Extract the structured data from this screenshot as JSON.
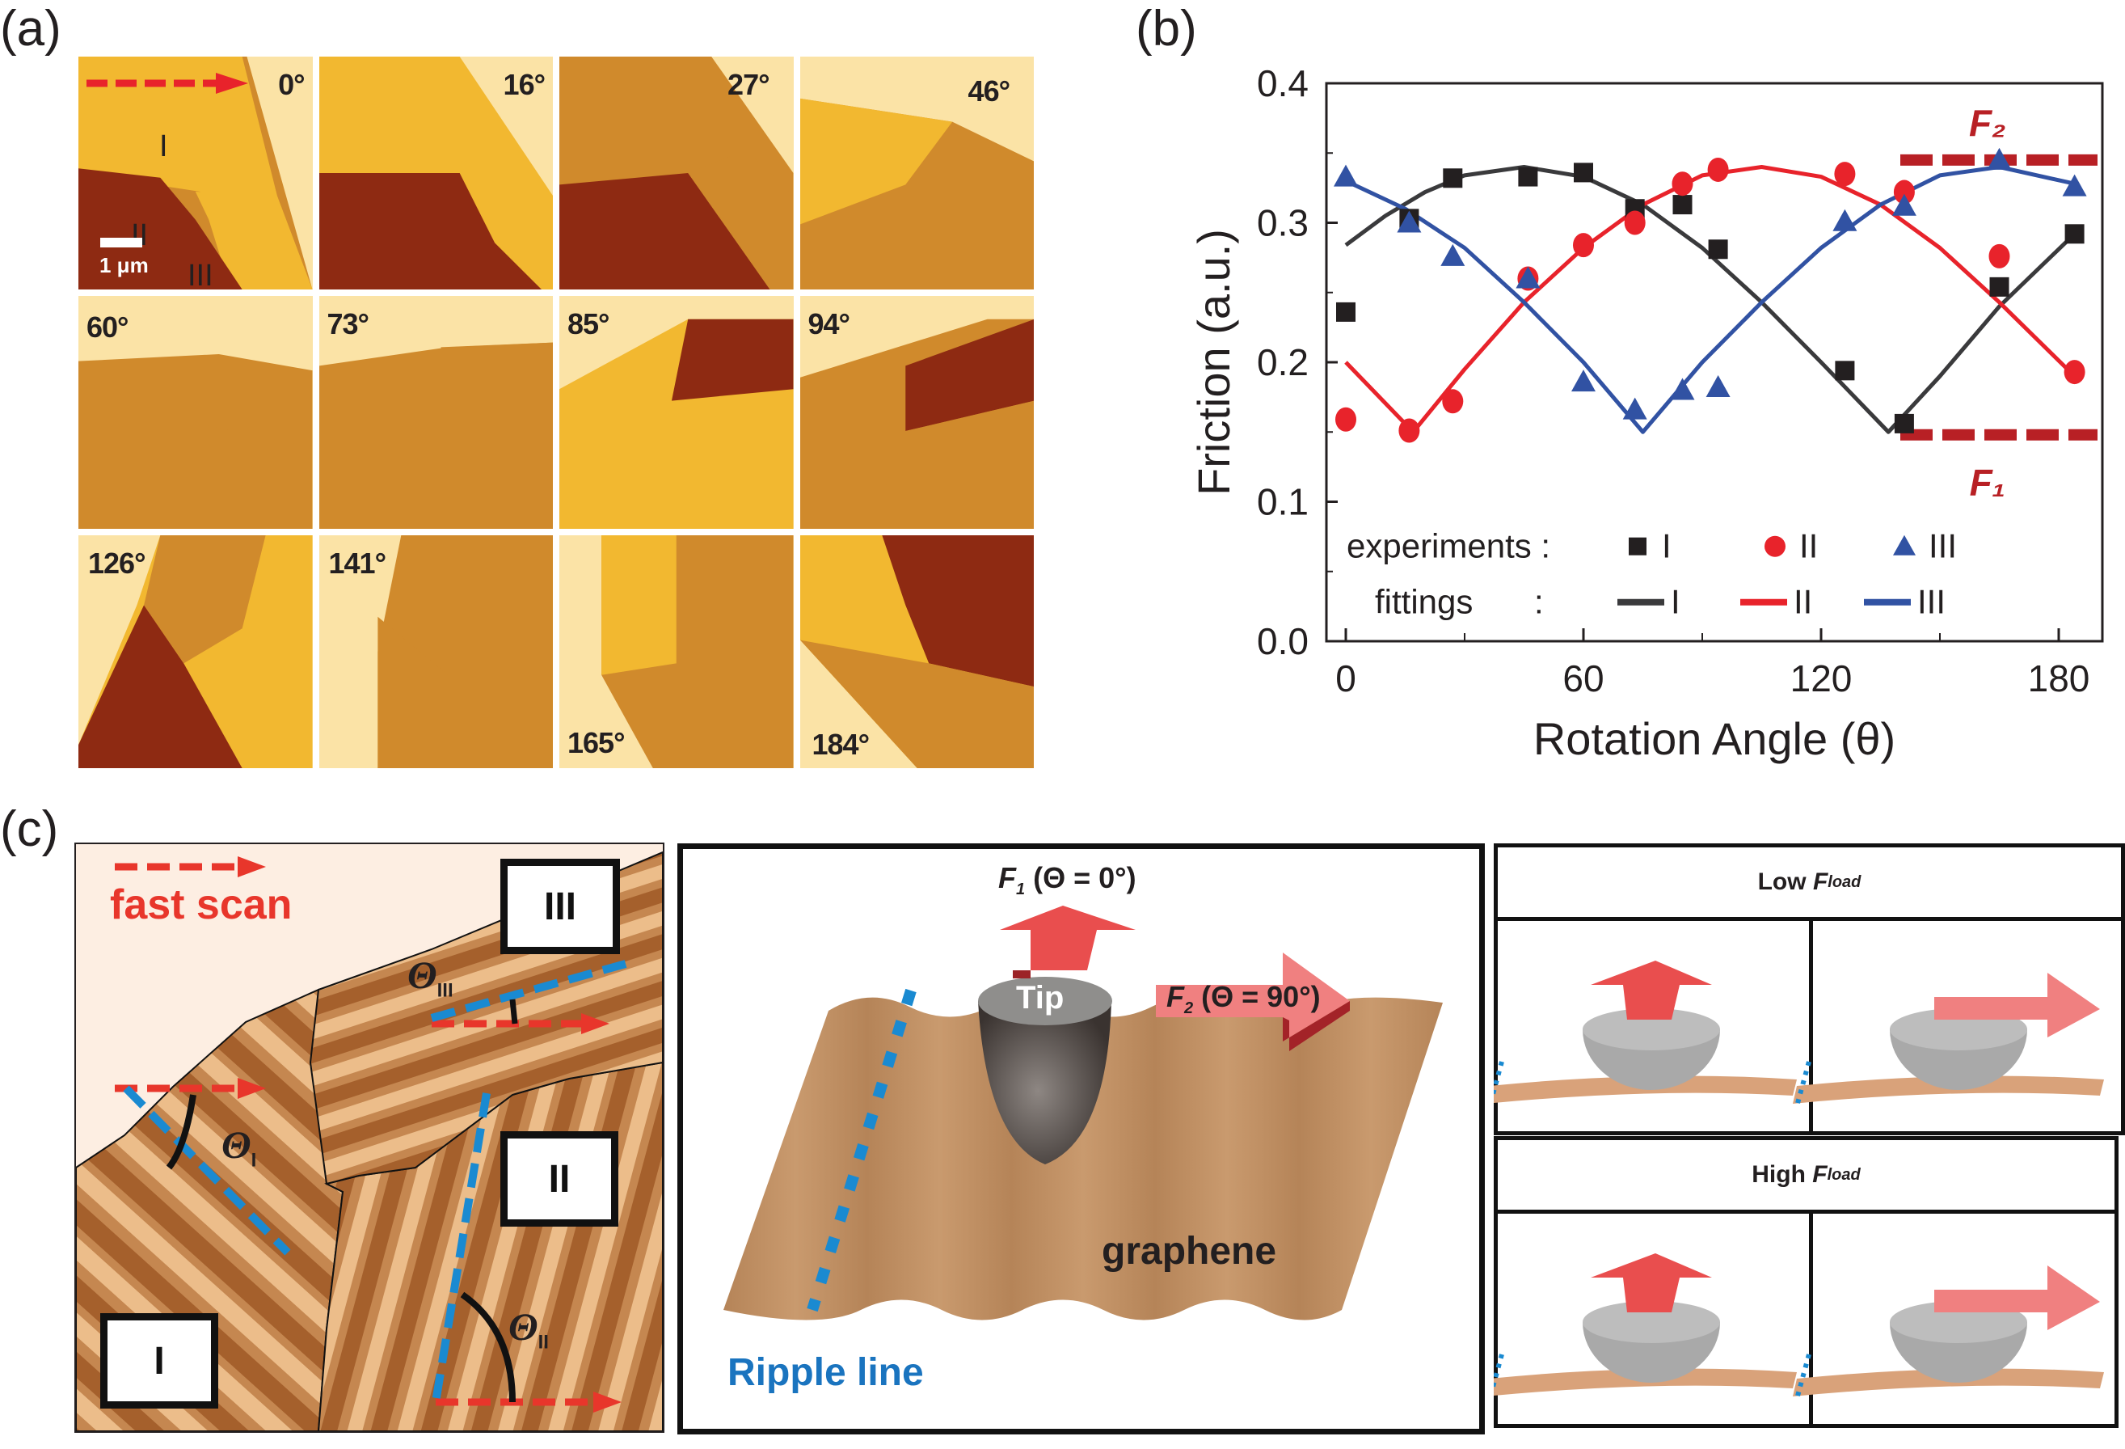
{
  "panel_labels": {
    "a": "(a)",
    "b": "(b)",
    "c": "(c)"
  },
  "panel_a": {
    "tiles": [
      {
        "angle": "0°"
      },
      {
        "angle": "16°"
      },
      {
        "angle": "27°"
      },
      {
        "angle": "46°"
      },
      {
        "angle": "60°"
      },
      {
        "angle": "73°"
      },
      {
        "angle": "85°"
      },
      {
        "angle": "94°"
      },
      {
        "angle": "126°"
      },
      {
        "angle": "141°"
      },
      {
        "angle": "165°"
      },
      {
        "angle": "184°"
      }
    ],
    "region_labels": [
      "I",
      "II",
      "III"
    ],
    "scale_bar": "1 μm",
    "colors": {
      "background": "#fbe3a6",
      "light": "#f2b830",
      "mid": "#d08a2c",
      "dark": "#8e2a12"
    }
  },
  "chart_data": {
    "type": "scatter",
    "title": "",
    "xlabel": "Rotation Angle (θ)",
    "ylabel": "Friction (a.u.)",
    "xlim": [
      -5,
      190
    ],
    "ylim": [
      0.0,
      0.4
    ],
    "xticks": [
      0,
      60,
      120,
      180
    ],
    "xtick_labels": [
      "0",
      "60",
      "120",
      "180"
    ],
    "yticks": [
      0.0,
      0.1,
      0.2,
      0.3,
      0.4
    ],
    "ytick_labels": [
      "0.0",
      "0.1",
      "0.2",
      "0.3",
      "0.4"
    ],
    "grid": false,
    "series": [
      {
        "name": "I",
        "kind": "experiment",
        "marker": "square",
        "color": "#231f20",
        "x": [
          0,
          16,
          27,
          46,
          60,
          73,
          85,
          94,
          126,
          141,
          165,
          184
        ],
        "y": [
          0.236,
          0.303,
          0.332,
          0.333,
          0.336,
          0.31,
          0.313,
          0.281,
          0.194,
          0.156,
          0.254,
          0.292
        ]
      },
      {
        "name": "II",
        "kind": "experiment",
        "marker": "circle",
        "color": "#e8232b",
        "x": [
          0,
          16,
          27,
          46,
          60,
          73,
          85,
          94,
          126,
          141,
          165,
          184
        ],
        "y": [
          0.159,
          0.151,
          0.172,
          0.26,
          0.284,
          0.3,
          0.328,
          0.338,
          0.335,
          0.322,
          0.276,
          0.193
        ]
      },
      {
        "name": "III",
        "kind": "experiment",
        "marker": "triangle",
        "color": "#3152a3",
        "x": [
          0,
          16,
          27,
          46,
          60,
          73,
          85,
          94,
          126,
          141,
          165,
          184
        ],
        "y": [
          0.333,
          0.3,
          0.276,
          0.26,
          0.186,
          0.166,
          0.18,
          0.182,
          0.301,
          0.312,
          0.345,
          0.326
        ]
      },
      {
        "name": "I",
        "kind": "fitting",
        "color": "#3a3a3c",
        "x": [
          0,
          10,
          20,
          30,
          45,
          60,
          75,
          90,
          105,
          120,
          137,
          150,
          165,
          184
        ],
        "y": [
          0.284,
          0.305,
          0.322,
          0.334,
          0.34,
          0.333,
          0.313,
          0.282,
          0.243,
          0.2,
          0.15,
          0.19,
          0.24,
          0.292
        ]
      },
      {
        "name": "II",
        "kind": "fitting",
        "color": "#e8232b",
        "x": [
          0,
          17,
          30,
          45,
          60,
          75,
          90,
          105,
          120,
          135,
          150,
          165,
          184
        ],
        "y": [
          0.2,
          0.15,
          0.195,
          0.243,
          0.282,
          0.313,
          0.334,
          0.34,
          0.333,
          0.313,
          0.282,
          0.243,
          0.19
        ]
      },
      {
        "name": "III",
        "kind": "fitting",
        "color": "#3152a3",
        "x": [
          0,
          15,
          30,
          45,
          60,
          75,
          90,
          105,
          120,
          135,
          150,
          165,
          184
        ],
        "y": [
          0.33,
          0.31,
          0.282,
          0.243,
          0.2,
          0.15,
          0.2,
          0.243,
          0.282,
          0.313,
          0.334,
          0.34,
          0.328
        ]
      }
    ],
    "reference_lines": [
      {
        "label": "F₂",
        "y": 0.345,
        "x_from": 140,
        "x_to": 186,
        "color": "#b82025",
        "style": "dashed"
      },
      {
        "label": "F₁",
        "y": 0.148,
        "x_from": 140,
        "x_to": 186,
        "color": "#b82025",
        "style": "dashed"
      }
    ],
    "legend": {
      "placement": "bottom-inside",
      "rows": [
        {
          "label": "experiments :",
          "entries": [
            "I",
            "II",
            "III"
          ]
        },
        {
          "label": "fittings",
          "sep": ":",
          "entries": [
            "I",
            "II",
            "III"
          ]
        }
      ]
    }
  },
  "panel_c1": {
    "fast_scan_label": "fast scan",
    "regions": [
      "I",
      "II",
      "III"
    ],
    "angle_labels": [
      "Θ",
      "Θ",
      "Θ"
    ],
    "angle_subscripts": [
      "I",
      "II",
      "III"
    ],
    "colors": {
      "scan_arrow": "#e8362b",
      "ripple_line": "#1a8ad1",
      "copper": "#c98a52",
      "bg": "#fdeee2"
    }
  },
  "panel_c2": {
    "f1_label_main": "F",
    "f1_label_sub": "1",
    "f1_label_rest": " (Θ = 0°)",
    "f2_label_main": "F",
    "f2_label_sub": "2",
    "f2_label_rest": " (Θ = 90°)",
    "tip_label": "Tip",
    "surface_label": "graphene",
    "ripple_label": "Ripple line"
  },
  "panel_c3": {
    "low_label": "Low ",
    "high_label": "High ",
    "f_main": "F",
    "f_sub": "load"
  }
}
